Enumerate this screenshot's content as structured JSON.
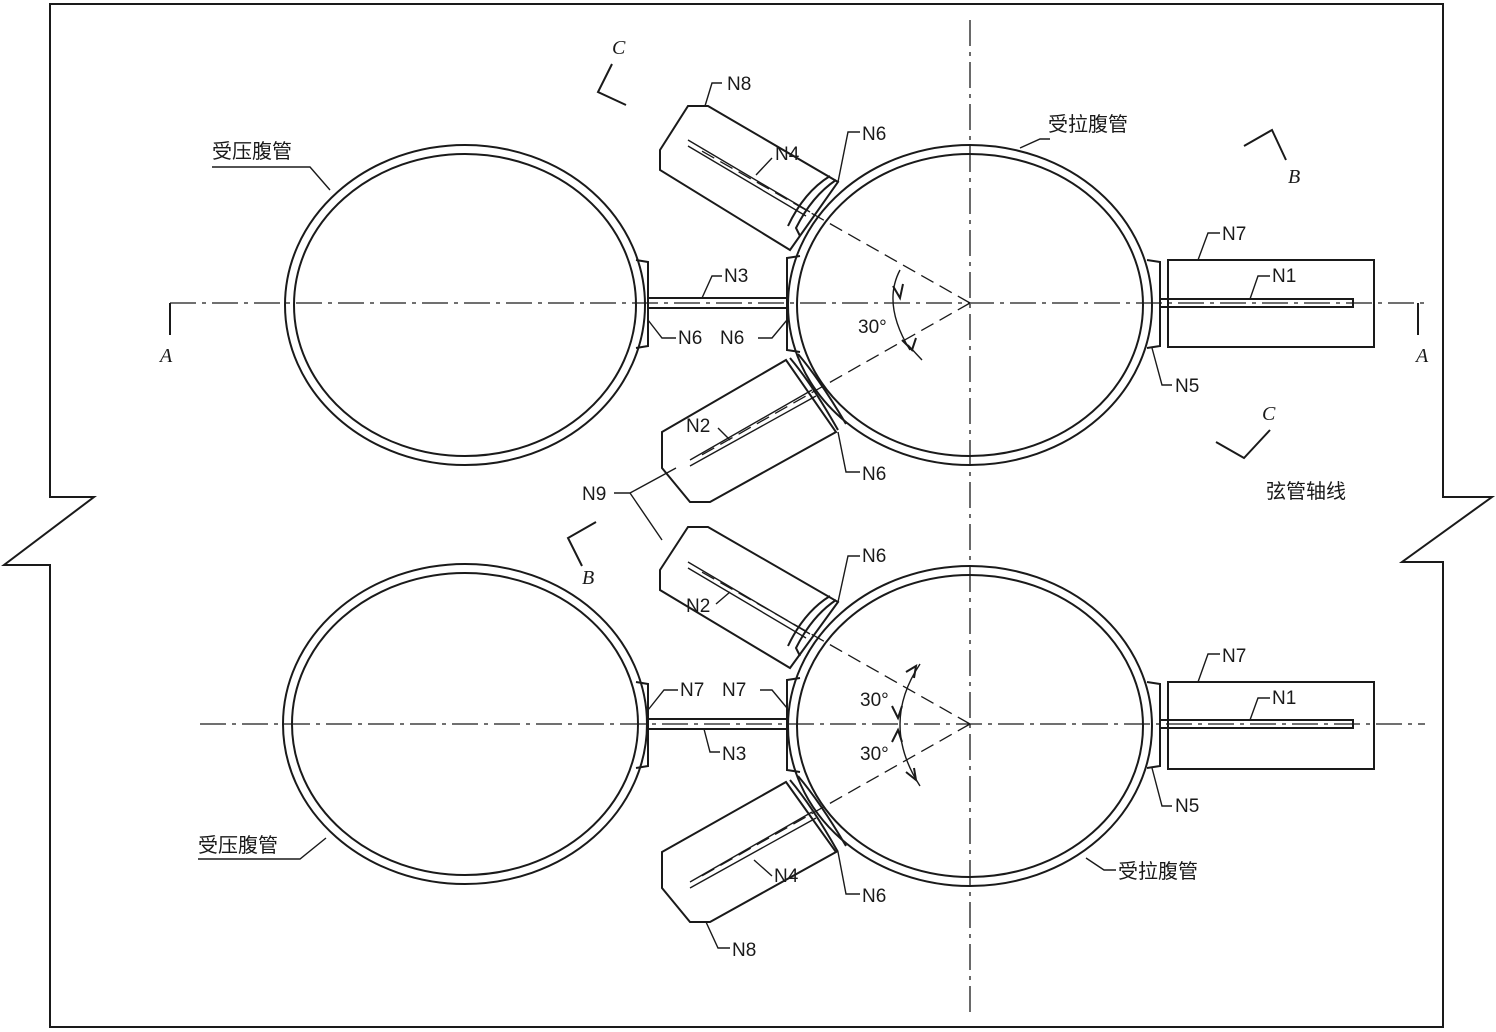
{
  "labels": {
    "compression_web": "受压腹管",
    "tension_web": "受拉腹管",
    "chord_axis": "弦管轴线",
    "angle": "30°"
  },
  "parts": {
    "n1": "N1",
    "n2": "N2",
    "n3": "N3",
    "n4": "N4",
    "n5": "N5",
    "n6": "N6",
    "n7": "N7",
    "n8": "N8",
    "n9": "N9"
  },
  "sections": {
    "a": "A",
    "b": "B",
    "c": "C"
  }
}
